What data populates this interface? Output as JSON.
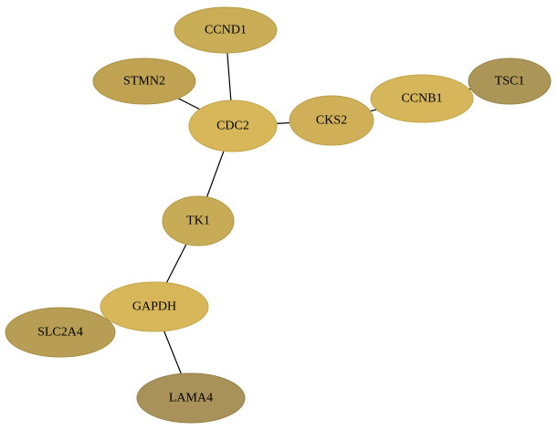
{
  "graph": {
    "nodes": [
      {
        "id": "CCND1",
        "label": "CCND1",
        "fill": "#c9ad57",
        "stroke": "#b89a45"
      },
      {
        "id": "STMN2",
        "label": "STMN2",
        "fill": "#bfa252",
        "stroke": "#ad9043"
      },
      {
        "id": "CDC2",
        "label": "CDC2",
        "fill": "#d8b75a",
        "stroke": "#c6a548"
      },
      {
        "id": "CKS2",
        "label": "CKS2",
        "fill": "#cfb058",
        "stroke": "#bd9e46"
      },
      {
        "id": "CCNB1",
        "label": "CCNB1",
        "fill": "#d6b65a",
        "stroke": "#c4a448"
      },
      {
        "id": "TSC1",
        "label": "TSC1",
        "fill": "#ab9557",
        "stroke": "#998346"
      },
      {
        "id": "TK1",
        "label": "TK1",
        "fill": "#c8ab57",
        "stroke": "#b69945"
      },
      {
        "id": "GAPDH",
        "label": "GAPDH",
        "fill": "#d7b75a",
        "stroke": "#c5a548"
      },
      {
        "id": "SLC2A4",
        "label": "SLC2A4",
        "fill": "#b89e55",
        "stroke": "#a68c44"
      },
      {
        "id": "LAMA4",
        "label": "LAMA4",
        "fill": "#a8925a",
        "stroke": "#968048"
      }
    ],
    "edges": [
      {
        "source": "CCND1",
        "target": "CDC2"
      },
      {
        "source": "STMN2",
        "target": "CDC2"
      },
      {
        "source": "CDC2",
        "target": "CKS2"
      },
      {
        "source": "CKS2",
        "target": "CCNB1"
      },
      {
        "source": "CCNB1",
        "target": "TSC1"
      },
      {
        "source": "CDC2",
        "target": "TK1"
      },
      {
        "source": "TK1",
        "target": "GAPDH"
      },
      {
        "source": "GAPDH",
        "target": "SLC2A4"
      },
      {
        "source": "GAPDH",
        "target": "LAMA4"
      }
    ]
  }
}
